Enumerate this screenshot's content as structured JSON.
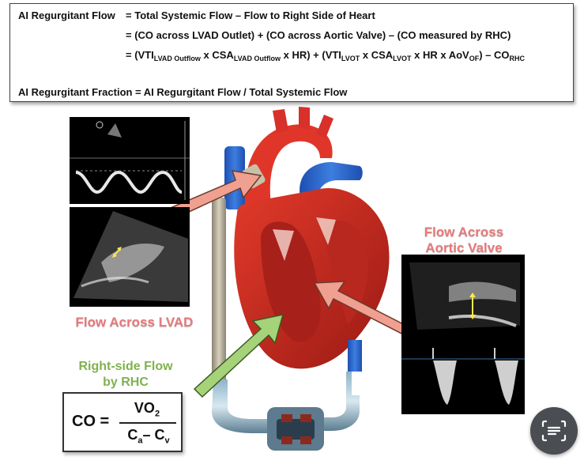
{
  "formula": {
    "line1_lhs": "AI Regurgitant Flow",
    "line1_rhs": "= Total Systemic Flow – Flow to Right Side of Heart",
    "line2": "= (CO across LVAD Outlet) + (CO across Aortic Valve) – (CO measured by RHC)",
    "line3_parts": {
      "a": "= (VTI",
      "a_sub": "LVAD Outflow",
      "b": " x CSA",
      "b_sub": "LVAD Outflow",
      "c": " x HR) + (VTI",
      "c_sub": "LVOT",
      "d": " x CSA",
      "d_sub": "LVOT",
      "e": " x HR x AoV",
      "e_sub": "OF",
      "f": ") – CO",
      "f_sub": "RHC"
    },
    "line4": "AI Regurgitant Fraction = AI Regurgitant Flow / Total Systemic Flow"
  },
  "labels": {
    "flow_across_lvad": "Flow Across LVAD",
    "flow_across_aortic_line1": "Flow Across",
    "flow_across_aortic_line2": "Aortic Valve",
    "right_side_line1": "Right-side Flow",
    "right_side_line2": "by RHC"
  },
  "co_equation": {
    "lhs": "CO =",
    "numerator": "VO",
    "numerator_sub": "2",
    "den_a": "C",
    "den_a_sub": "a",
    "den_minus": "– C",
    "den_b_sub": "v"
  },
  "colors": {
    "label_red": "#e8787a",
    "label_green": "#7fb24e",
    "arrow_red": "#f0a090",
    "arrow_green": "#a6d27a",
    "heart_red": "#c8281e",
    "vessel_blue": "#2b63c4"
  },
  "icons": [
    "scan-text-icon"
  ]
}
